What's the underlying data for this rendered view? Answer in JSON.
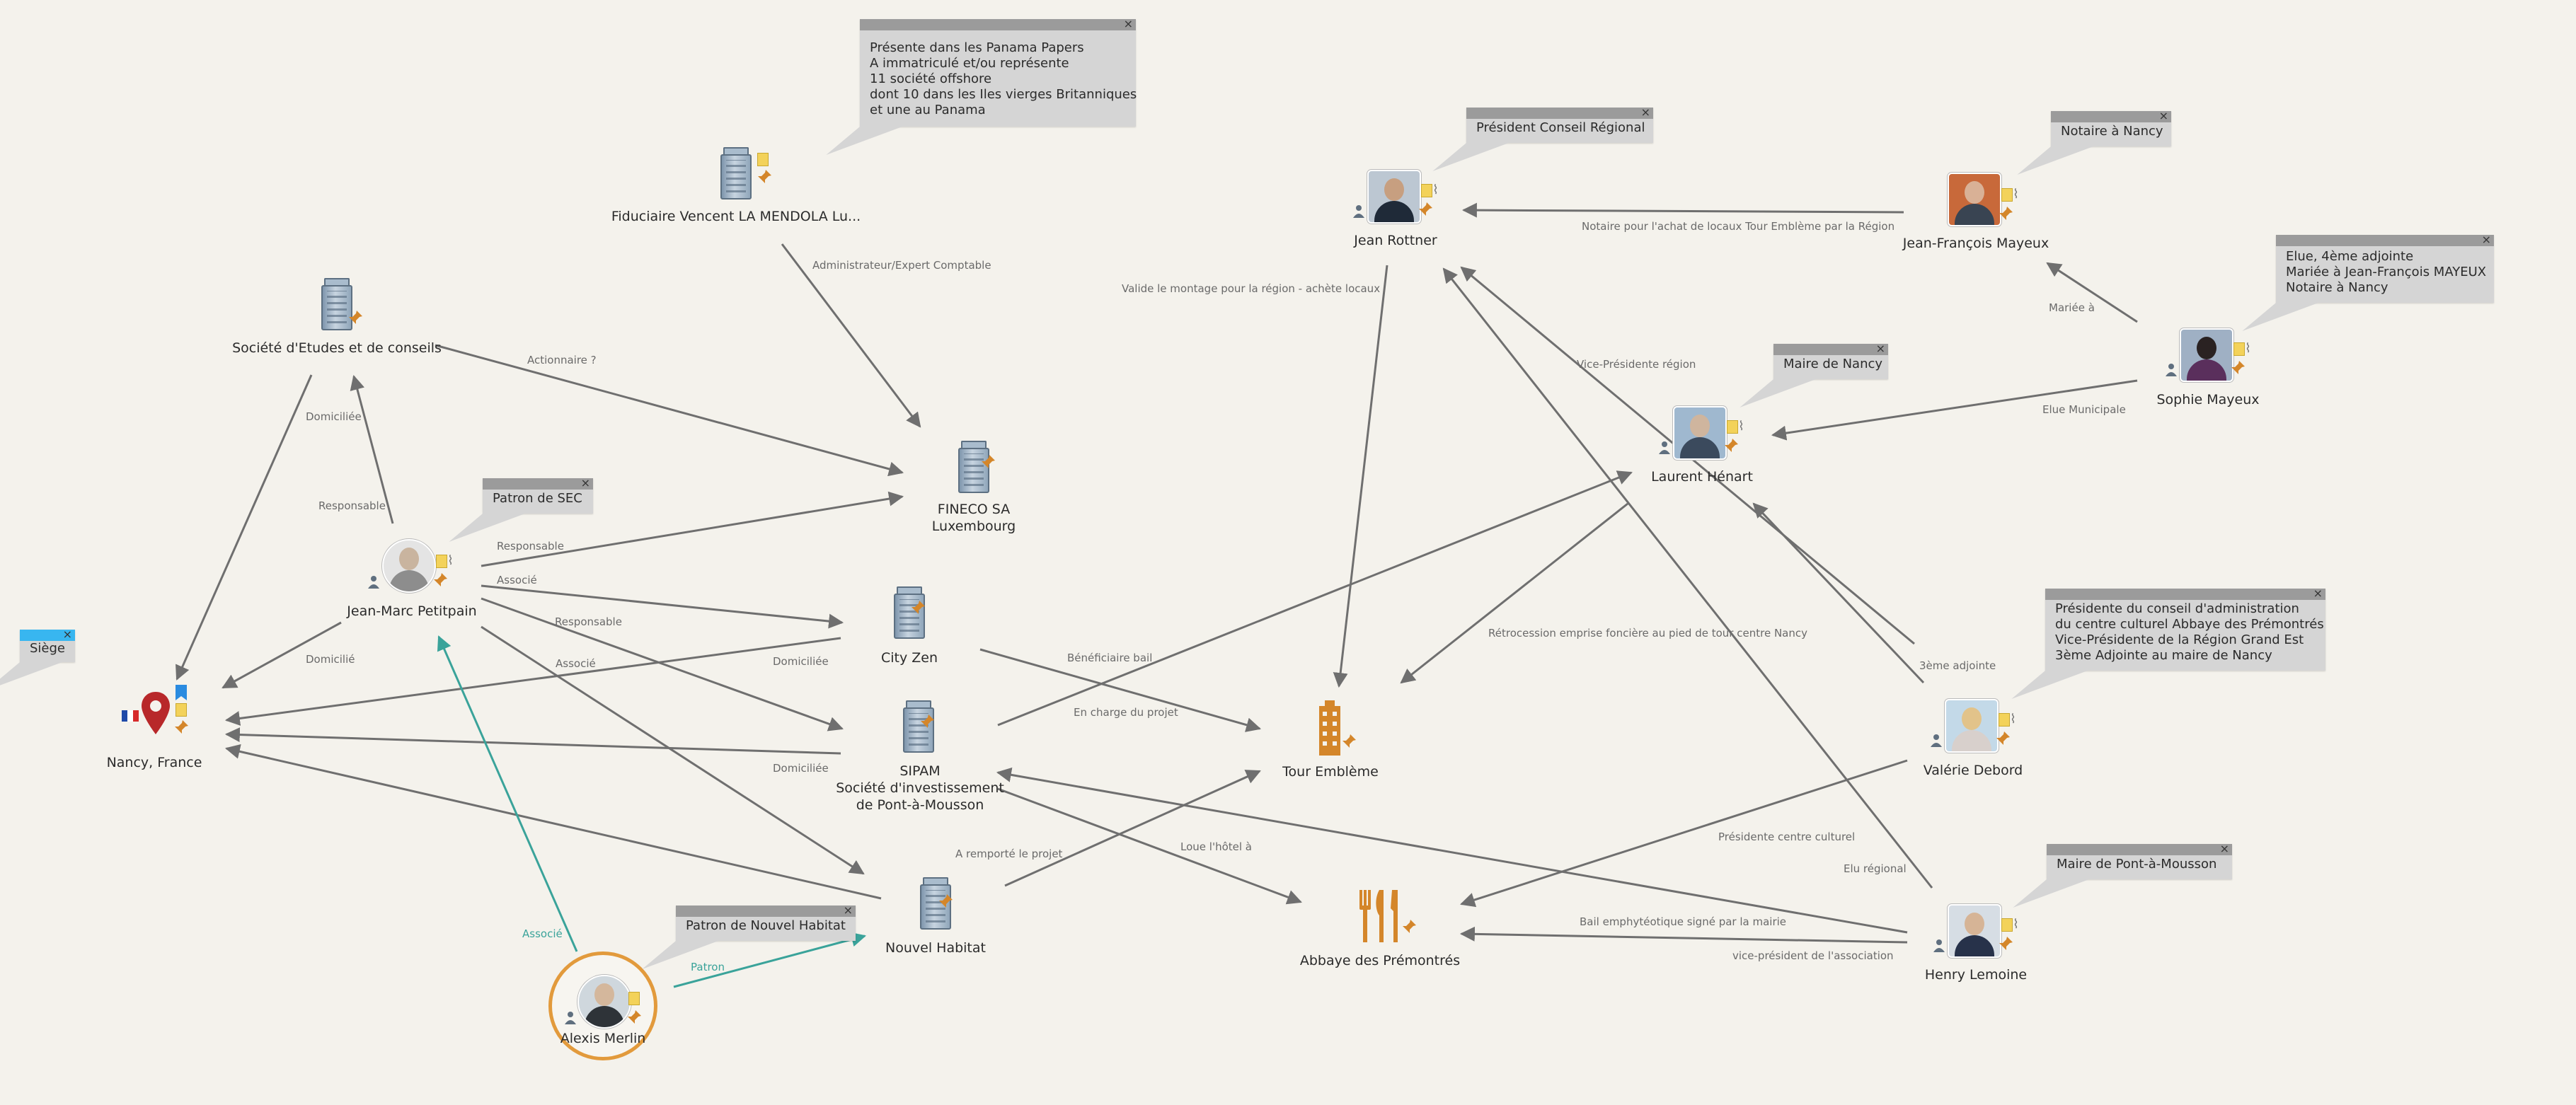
{
  "nodes": {
    "fiduciaire": "Fiduciaire Vencent LA MENDOLA Lu...",
    "sec": "Société d'Etudes et de conseils",
    "fineco": [
      "FINECO SA",
      "Luxembourg"
    ],
    "petitpain": "Jean-Marc Petitpain",
    "nancy": "Nancy, France",
    "cityzen": "City Zen",
    "sipam": [
      "SIPAM",
      "Société d'investissement",
      "de Pont-à-Mousson"
    ],
    "nouvel_habitat": "Nouvel Habitat",
    "merlin": "Alexis Merlin",
    "tour": "Tour Emblème",
    "abbaye": "Abbaye des Prémontrés",
    "rottner": "Jean Rottner",
    "mayeux_jf": "Jean-François Mayeux",
    "mayeux_s": "Sophie Mayeux",
    "henart": "Laurent Hénart",
    "debord": "Valérie Debord",
    "lemoine": "Henry Lemoine"
  },
  "notes": {
    "panama": [
      "Présente dans les Panama Papers",
      "A immatriculé et/ou représente",
      "11 société offshore",
      "dont 10 dans les Iles vierges Britanniques",
      "et une au Panama"
    ],
    "siege": "Siège",
    "patron_sec": "Patron de SEC",
    "patron_nh": "Patron de Nouvel Habitat",
    "president_cr": "Président Conseil Régional",
    "notaire": "Notaire à Nancy",
    "elue": [
      "Elue, 4ème adjointe",
      "Mariée à Jean-François MAYEUX",
      "Notaire à Nancy"
    ],
    "maire_nancy": "Maire de Nancy",
    "debord_note": [
      "Présidente du conseil d'administration",
      "du centre culturel Abbaye des Prémontrés",
      "Vice-Présidente de la Région Grand Est",
      "3ème Adjointe au maire de Nancy"
    ],
    "maire_pam": "Maire de Pont-à-Mousson"
  },
  "edge_labels": {
    "admin_expert": "Administrateur/Expert Comptable",
    "actionnaire": "Actionnaire ?",
    "domiciliee_sec": "Domiciliée",
    "responsable_sec": "Responsable",
    "responsable_fineco": "Responsable",
    "associe_cityzen": "Associé",
    "responsable_sipam": "Responsable",
    "associe_nh": "Associé",
    "domicilie_pp": "Domicilié",
    "domiciliee_cityzen": "Domiciliée",
    "domiciliee_sipam": "Domiciliée",
    "beneficiaire": "Bénéficiaire bail",
    "en_charge": "En charge du projet",
    "loue": "Loue l'hôtel à",
    "remporte": "A remporté le projet",
    "associe_merlin": "Associé",
    "patron": "Patron",
    "valide": "Valide le montage pour la région - achète locaux",
    "notaire_achat": "Notaire pour l'achat de locaux Tour Emblème par la Région",
    "mariee": "Mariée à",
    "elue_municipale": "Elue Municipale",
    "vice_presidente": "Vice-Présidente région",
    "retrocession": "Rétrocession emprise foncière au pied de tour centre Nancy",
    "troisieme": "3ème adjointe",
    "presidente_cc": "Présidente centre culturel",
    "elu_regional": "Elu régional",
    "bail_emph": "Bail emphytéotique signé par la mairie",
    "vice_president_assoc": "vice-président de l'association"
  },
  "colors": {
    "edge": "#6f6f6f",
    "teal": "#3aa39a",
    "note": "#d5d5d5",
    "note_bar": "#9b9b9b",
    "siege_bar": "#38b6f0",
    "orange": "#d4862a",
    "pin_red": "#b8282a"
  },
  "icons": [
    "building-icon",
    "person-photo-icon",
    "map-pin-icon",
    "tower-icon",
    "restaurant-icon",
    "pushpin-icon",
    "document-icon",
    "paperclip-icon",
    "person-icon",
    "flag-france-icon"
  ]
}
